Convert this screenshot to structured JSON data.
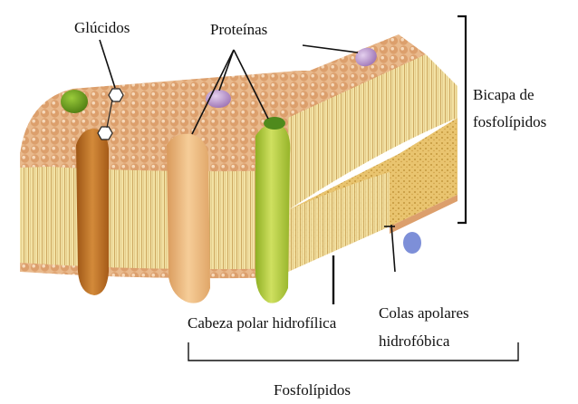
{
  "labels": {
    "glucidos": "Glúcidos",
    "proteinas": "Proteínas",
    "bicapa_line1": "Bicapa de",
    "bicapa_line2": "fosfolípidos",
    "cabeza": "Cabeza polar hidrofílica",
    "colas_line1": "Colas apolares",
    "colas_line2": "hidrofóbica",
    "fosfolipidos": "Fosfolípidos"
  },
  "colors": {
    "head": "#e0a878",
    "head_shadow": "#b97a4c",
    "tail": "#f0dc98",
    "tail_line": "#caa860",
    "interior": "#e6c06a",
    "protein_brown": "#c8772a",
    "protein_peach": "#f0be84",
    "protein_green": "#b2cf3c",
    "glycoprotein_green": "#6b9b1e",
    "purple": "#b892c8",
    "blue": "#7d8fd8",
    "line": "#111111"
  }
}
